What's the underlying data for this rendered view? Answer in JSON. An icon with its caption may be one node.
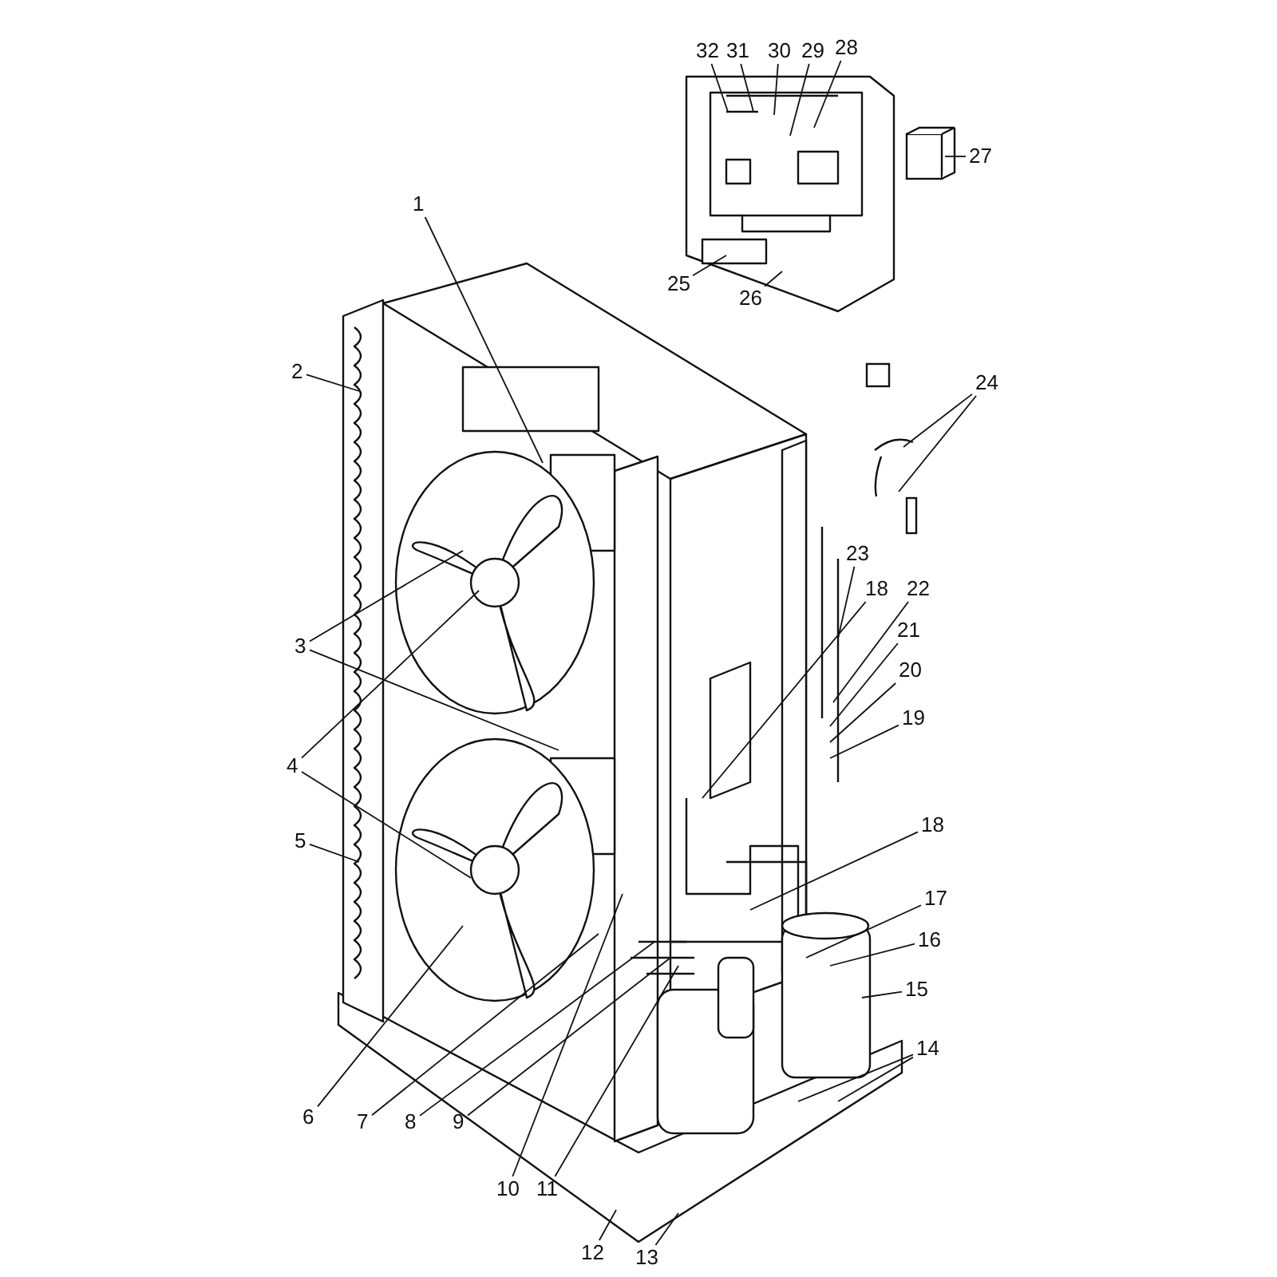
{
  "diagram": {
    "nodes": [
      {
        "text": [
          "1"
        ]
      },
      {
        "text": [
          "2"
        ]
      },
      {
        "text": [
          "3"
        ]
      },
      {
        "text": [
          "4"
        ]
      },
      {
        "text": [
          "5"
        ]
      },
      {
        "text": [
          "6"
        ]
      },
      {
        "text": [
          "7"
        ]
      },
      {
        "text": [
          "8"
        ]
      },
      {
        "text": [
          "9"
        ]
      },
      {
        "text": [
          "10"
        ]
      },
      {
        "text": [
          "11"
        ]
      },
      {
        "text": [
          "12"
        ]
      },
      {
        "text": [
          "13"
        ]
      },
      {
        "text": [
          "14"
        ]
      },
      {
        "text": [
          "15"
        ]
      },
      {
        "text": [
          "16"
        ]
      },
      {
        "text": [
          "17"
        ]
      },
      {
        "text": [
          "18"
        ]
      },
      {
        "text": [
          "18"
        ]
      },
      {
        "text": [
          "19"
        ]
      },
      {
        "text": [
          "20"
        ]
      },
      {
        "text": [
          "21"
        ]
      },
      {
        "text": [
          "22"
        ]
      },
      {
        "text": [
          "23"
        ]
      },
      {
        "text": [
          "24"
        ]
      },
      {
        "text": [
          "25"
        ]
      },
      {
        "text": [
          "26"
        ]
      },
      {
        "text": [
          "27"
        ]
      },
      {
        "text": [
          "28"
        ]
      },
      {
        "text": [
          "29"
        ]
      },
      {
        "text": [
          "30"
        ]
      },
      {
        "text": [
          "31"
        ]
      },
      {
        "text": [
          "32"
        ]
      }
    ],
    "edges": [
      {
        "from": 0,
        "to": null,
        "arrow": "none"
      },
      {
        "from": 1,
        "to": null,
        "arrow": "none"
      },
      {
        "from": 2,
        "to": null,
        "arrow": "none"
      },
      {
        "from": 2,
        "to": null,
        "arrow": "none"
      },
      {
        "from": 3,
        "to": null,
        "arrow": "none"
      },
      {
        "from": 3,
        "to": null,
        "arrow": "none"
      },
      {
        "from": 4,
        "to": null,
        "arrow": "none"
      },
      {
        "from": 5,
        "to": null,
        "arrow": "none"
      },
      {
        "from": 6,
        "to": null,
        "arrow": "none"
      },
      {
        "from": 7,
        "to": null,
        "arrow": "none"
      },
      {
        "from": 8,
        "to": null,
        "arrow": "none"
      },
      {
        "from": 9,
        "to": null,
        "arrow": "none"
      },
      {
        "from": 10,
        "to": null,
        "arrow": "none"
      },
      {
        "from": 11,
        "to": null,
        "arrow": "none"
      },
      {
        "from": 12,
        "to": null,
        "arrow": "none"
      },
      {
        "from": 13,
        "to": null,
        "arrow": "none"
      },
      {
        "from": 13,
        "to": null,
        "arrow": "none"
      },
      {
        "from": 14,
        "to": null,
        "arrow": "none"
      },
      {
        "from": 15,
        "to": null,
        "arrow": "none"
      },
      {
        "from": 16,
        "to": null,
        "arrow": "none"
      },
      {
        "from": 17,
        "to": null,
        "arrow": "none"
      },
      {
        "from": 18,
        "to": null,
        "arrow": "none"
      },
      {
        "from": 19,
        "to": null,
        "arrow": "none"
      },
      {
        "from": 20,
        "to": null,
        "arrow": "none"
      },
      {
        "from": 21,
        "to": null,
        "arrow": "none"
      },
      {
        "from": 22,
        "to": null,
        "arrow": "none"
      },
      {
        "from": 23,
        "to": null,
        "arrow": "none"
      },
      {
        "from": 24,
        "to": null,
        "arrow": "none"
      },
      {
        "from": 24,
        "to": null,
        "arrow": "none"
      },
      {
        "from": 25,
        "to": null,
        "arrow": "none"
      },
      {
        "from": 26,
        "to": null,
        "arrow": "none"
      },
      {
        "from": 27,
        "to": null,
        "arrow": "none"
      },
      {
        "from": 28,
        "to": null,
        "arrow": "none"
      },
      {
        "from": 29,
        "to": null,
        "arrow": "none"
      },
      {
        "from": 30,
        "to": null,
        "arrow": "none"
      },
      {
        "from": 31,
        "to": null,
        "arrow": "none"
      },
      {
        "from": 32,
        "to": null,
        "arrow": "none"
      }
    ]
  }
}
